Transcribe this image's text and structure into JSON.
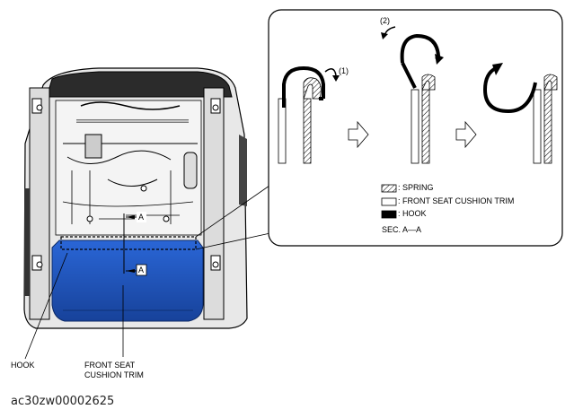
{
  "diagram": {
    "labels": {
      "hook": "HOOK",
      "front_seat_cushion_trim": "FRONT SEAT\nCUSHION TRIM",
      "section_marker": "A"
    },
    "detail": {
      "step1": "(1)",
      "step2": "(2)",
      "legend": {
        "spring": ": SPRING",
        "front_seat_cushion_trim": ": FRONT SEAT CUSHION TRIM",
        "hook": ": HOOK"
      },
      "section_label": "SEC. A—A"
    },
    "colors": {
      "trim_blue": "#1f55c0",
      "line": "#000000"
    }
  },
  "caption": "ac30zw00002625"
}
